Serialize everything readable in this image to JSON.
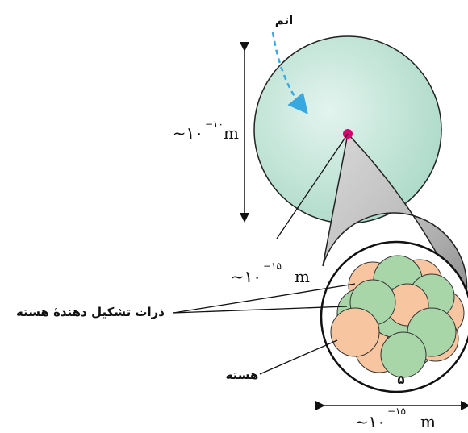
{
  "labels": {
    "atom": "اتم",
    "nucleons": "ذرات تشکیل دهندهٔ هسته",
    "nucleus": "هسته",
    "nucleus_number": "۵"
  },
  "scales": {
    "atom_size": {
      "prefix": "~۱۰",
      "exp": "−۱۰",
      "unit": "m"
    },
    "nucleus_size": {
      "prefix": "~۱۰",
      "exp": "−۱۵",
      "unit": "m"
    },
    "nucleus_width": {
      "prefix": "~۱۰",
      "exp": "−۱۵",
      "unit": "m"
    }
  },
  "colors": {
    "atom_fill": "#bfe3d6",
    "proton": "#f7c6a0",
    "neutron": "#a9d6a9",
    "nucleus_dot": "#d6006e",
    "arrow": "#3aa8e0"
  }
}
